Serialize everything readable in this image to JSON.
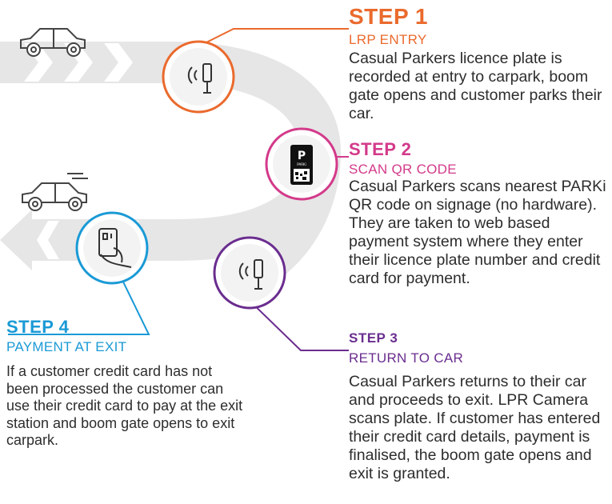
{
  "colors": {
    "step1": "#ea6a2d",
    "step2": "#d33a8a",
    "step3": "#6a2d8f",
    "step4": "#1a9ad6",
    "path": "#e6e6e6"
  },
  "icons": {
    "step1": "lpr-camera-icon",
    "step2": "parki-qr-sign-icon",
    "step3": "lpr-camera-icon",
    "step4": "card-in-hand-icon",
    "car_entry": "car-icon",
    "car_exit": "car-icon"
  },
  "steps": {
    "step1": {
      "title": "STEP 1",
      "subtitle": "LRP ENTRY",
      "body": "Casual Parkers licence plate is recorded at entry to carpark, boom gate opens and customer parks their car."
    },
    "step2": {
      "title": "STEP 2",
      "subtitle": "SCAN QR CODE",
      "body": "Casual Parkers scans nearest PARKi QR code on signage (no hardware). They are taken to web based payment system where they enter their licence plate number and credit card for payment."
    },
    "step3": {
      "title": "STEP 3",
      "subtitle": "RETURN TO CAR",
      "body": "Casual Parkers returns to their car and proceeds to exit. LPR Camera scans plate. If customer has entered their credit card details, payment is finalised, the boom gate opens and exit is granted."
    },
    "step4": {
      "title": "STEP 4",
      "subtitle": "PAYMENT AT EXIT",
      "body": "If a customer credit card has not been processed the customer can use their credit card to pay at the exit station and boom gate opens to exit carpark."
    }
  },
  "sign_logo_text": "PARKi"
}
